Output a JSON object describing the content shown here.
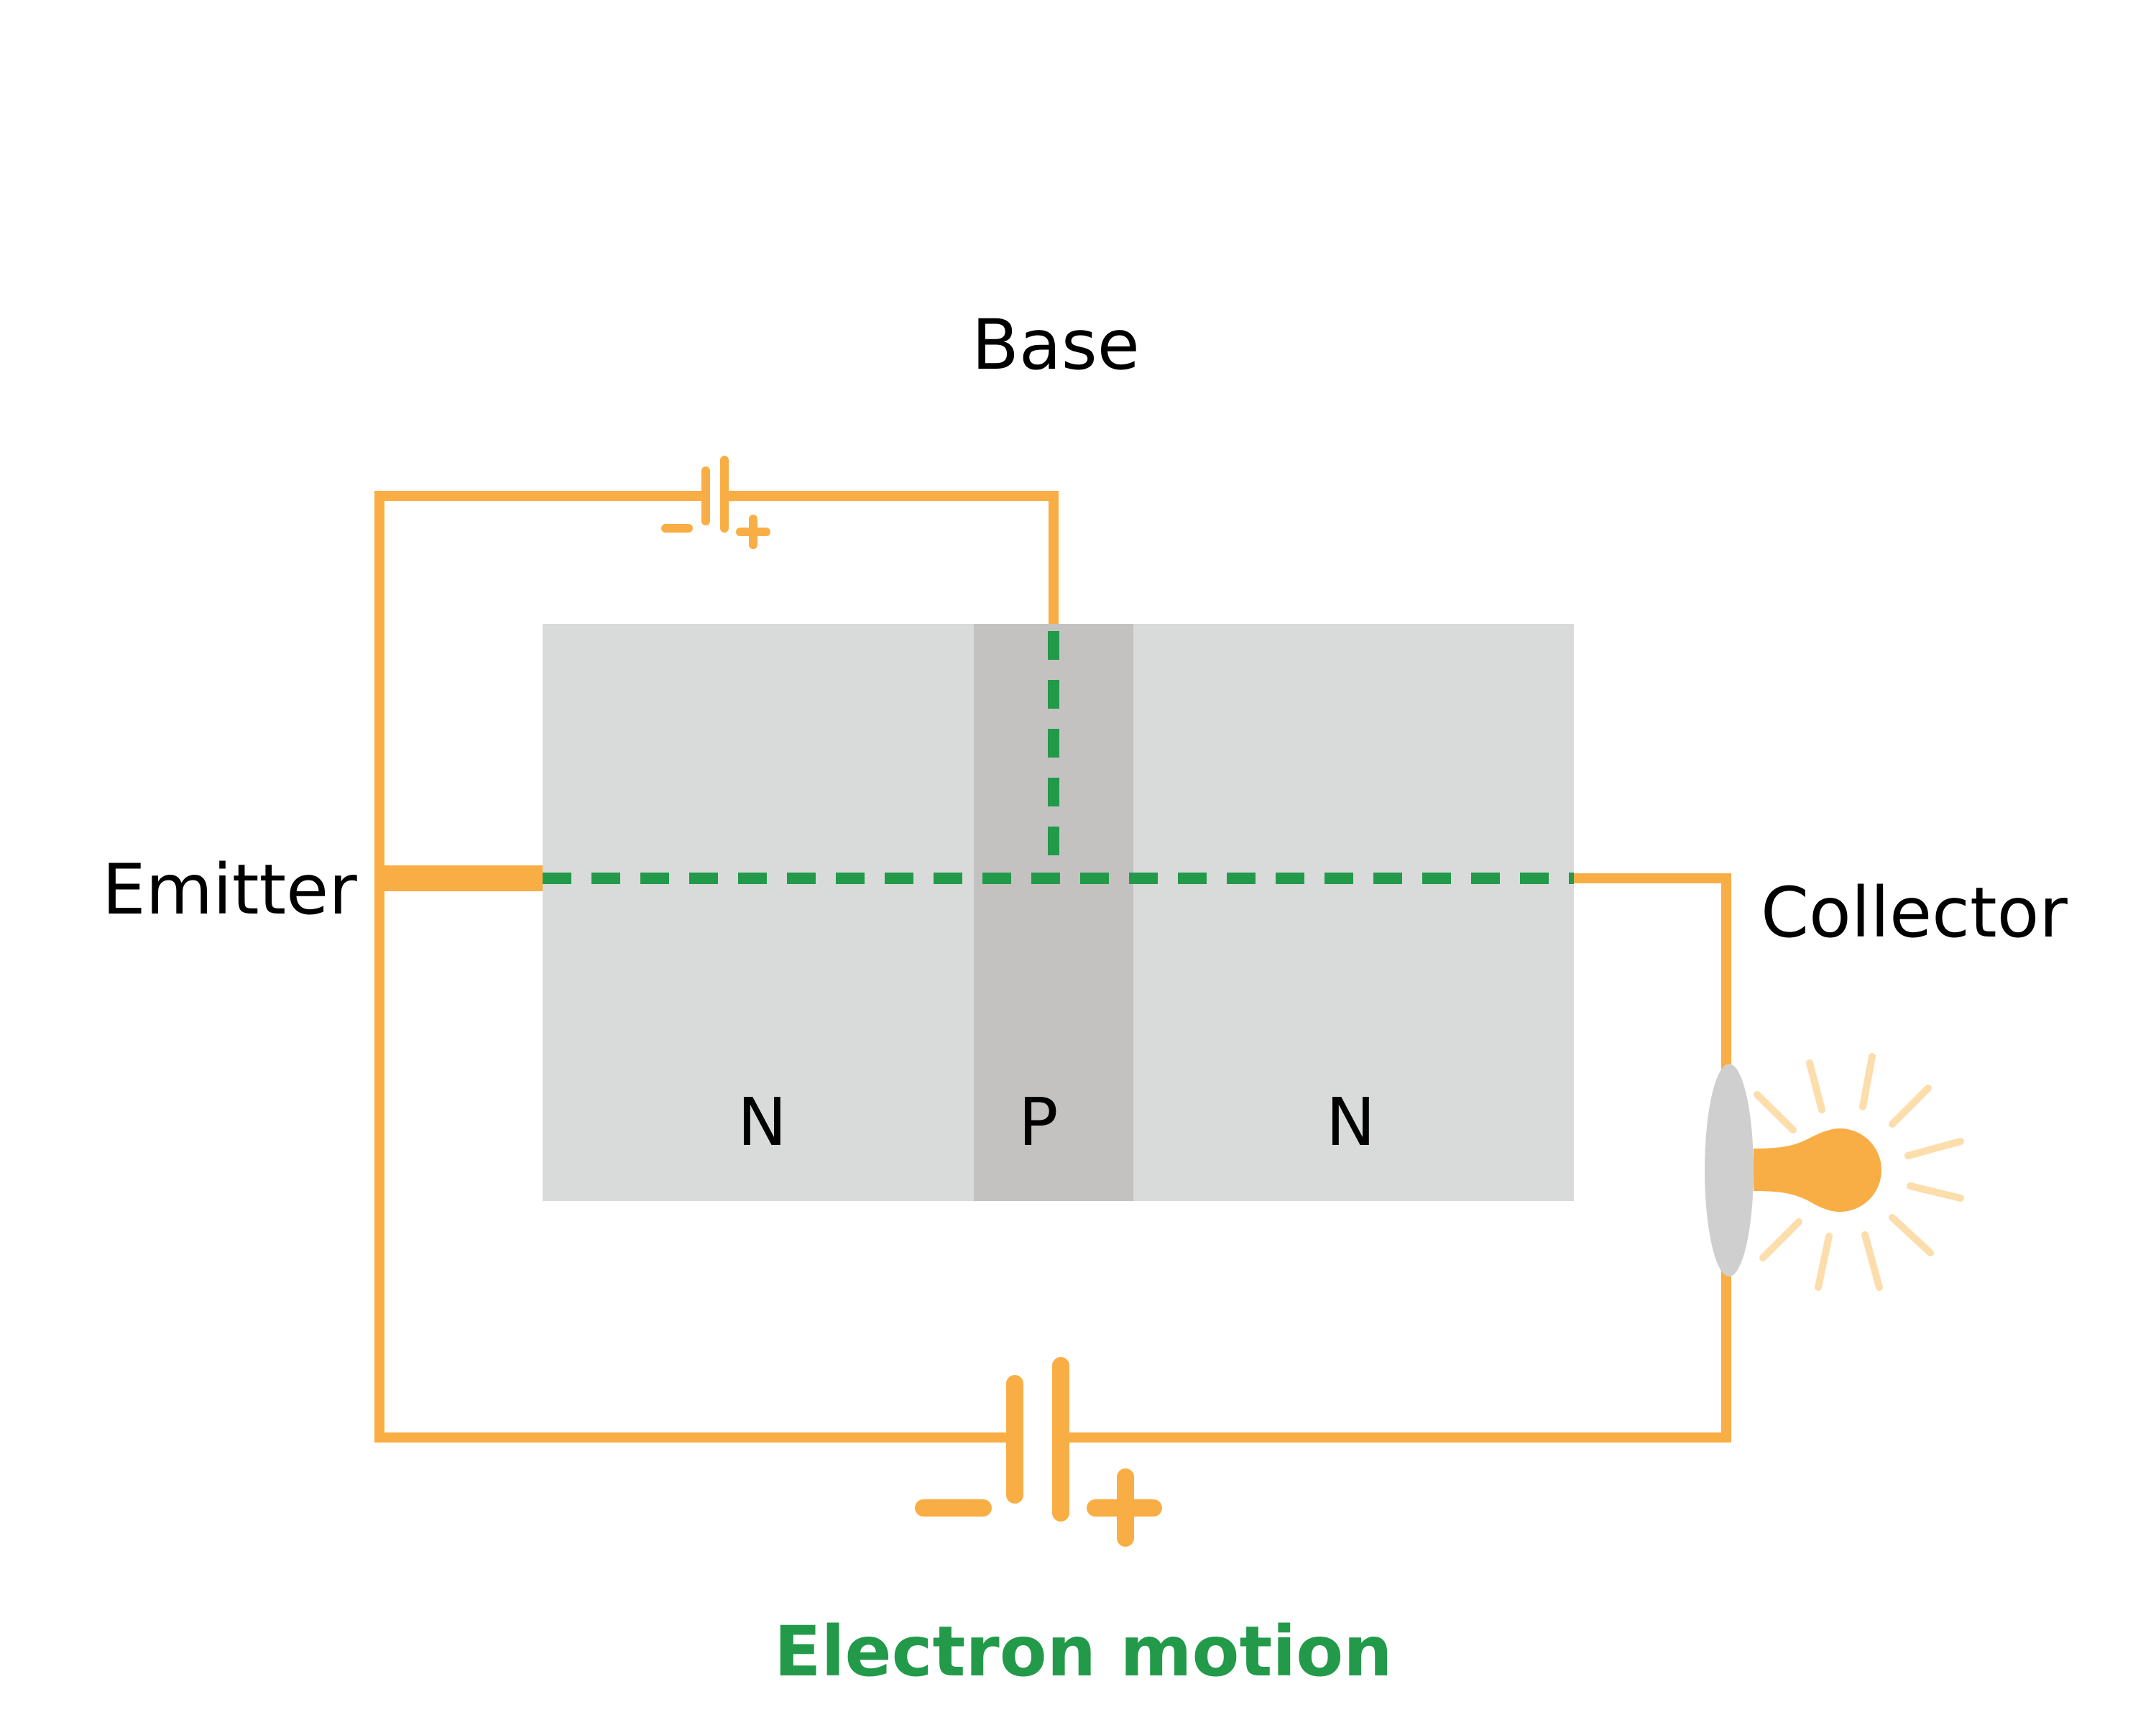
{
  "labels": {
    "base": "Base",
    "emitter": "Emitter",
    "collector": "Collector",
    "region_n_left": "N",
    "region_p": "P",
    "region_n_right": "N",
    "caption": "Electron motion"
  },
  "battery_signs": {
    "minus": "−",
    "plus": "+"
  },
  "colors": {
    "wire": "#F9AE45",
    "electron_path": "#229A4A",
    "n_region": "#D9DADA",
    "p_region": "#C3C2C1",
    "bulb_glass": "#F9AE45",
    "bulb_base": "#CFCFCF",
    "bulb_rays": "#FCDDAC",
    "text": "#000000"
  }
}
